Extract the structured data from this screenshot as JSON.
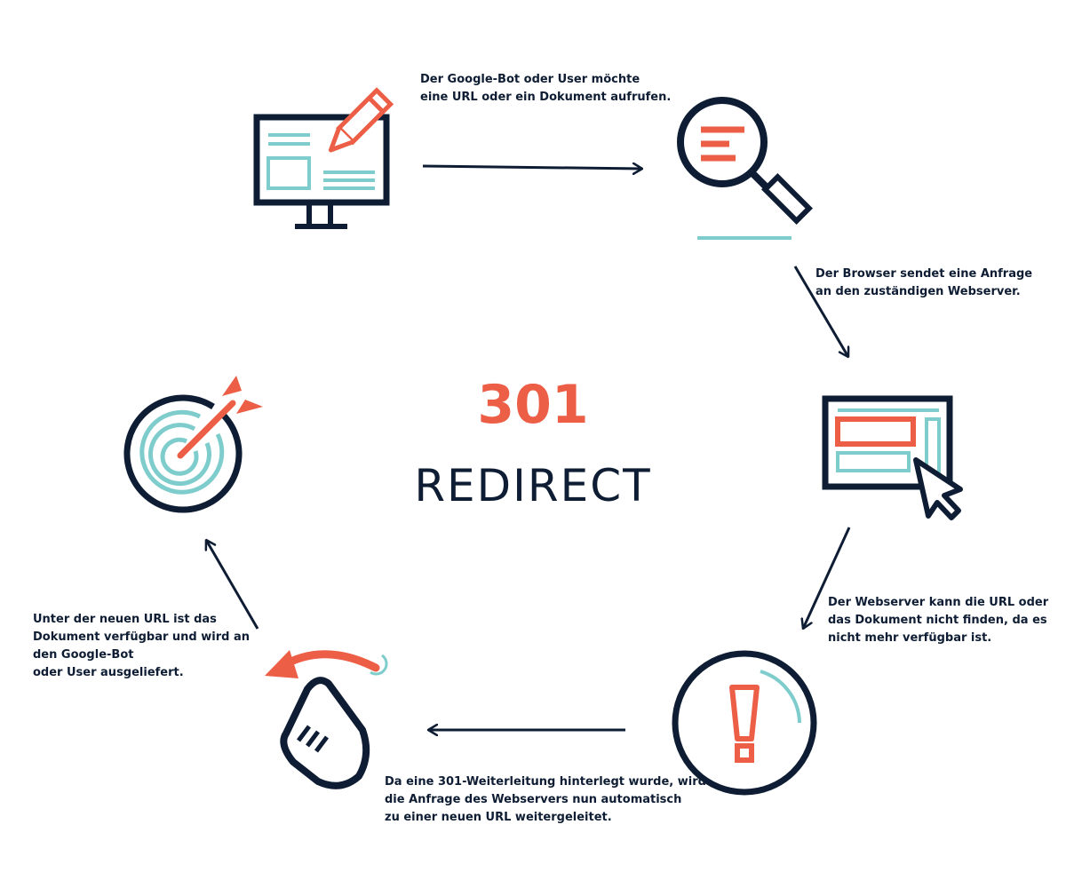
{
  "title": {
    "number": "301",
    "word": "REDIRECT"
  },
  "colors": {
    "navy": "#0e1d33",
    "coral": "#ec5e46",
    "teal": "#7ecdcc"
  },
  "steps": [
    {
      "icon": "monitor-pencil-icon",
      "lines": [
        "Der Google-Bot oder User möchte",
        "eine URL oder ein Dokument aufrufen."
      ]
    },
    {
      "icon": "magnifier-icon",
      "lines": [
        "Der Browser sendet eine Anfrage",
        "an den zuständigen Webserver."
      ]
    },
    {
      "icon": "browser-cursor-icon",
      "lines": [
        "Der Webserver kann die URL oder",
        "das Dokument nicht finden, da es",
        "nicht mehr verfügbar ist."
      ]
    },
    {
      "icon": "warning-circle-icon",
      "lines": [
        "Da eine 301-Weiterleitung hinterlegt wurde, wird",
        "die Anfrage des Webservers nun automatisch",
        "zu einer neuen URL weitergeleitet."
      ]
    },
    {
      "icon": "swipe-hand-icon",
      "lines": [
        "Unter der neuen URL ist das",
        "Dokument verfügbar und wird an",
        "den Google-Bot",
        "oder User ausgeliefert."
      ]
    },
    {
      "icon": "target-icon",
      "lines": []
    }
  ]
}
